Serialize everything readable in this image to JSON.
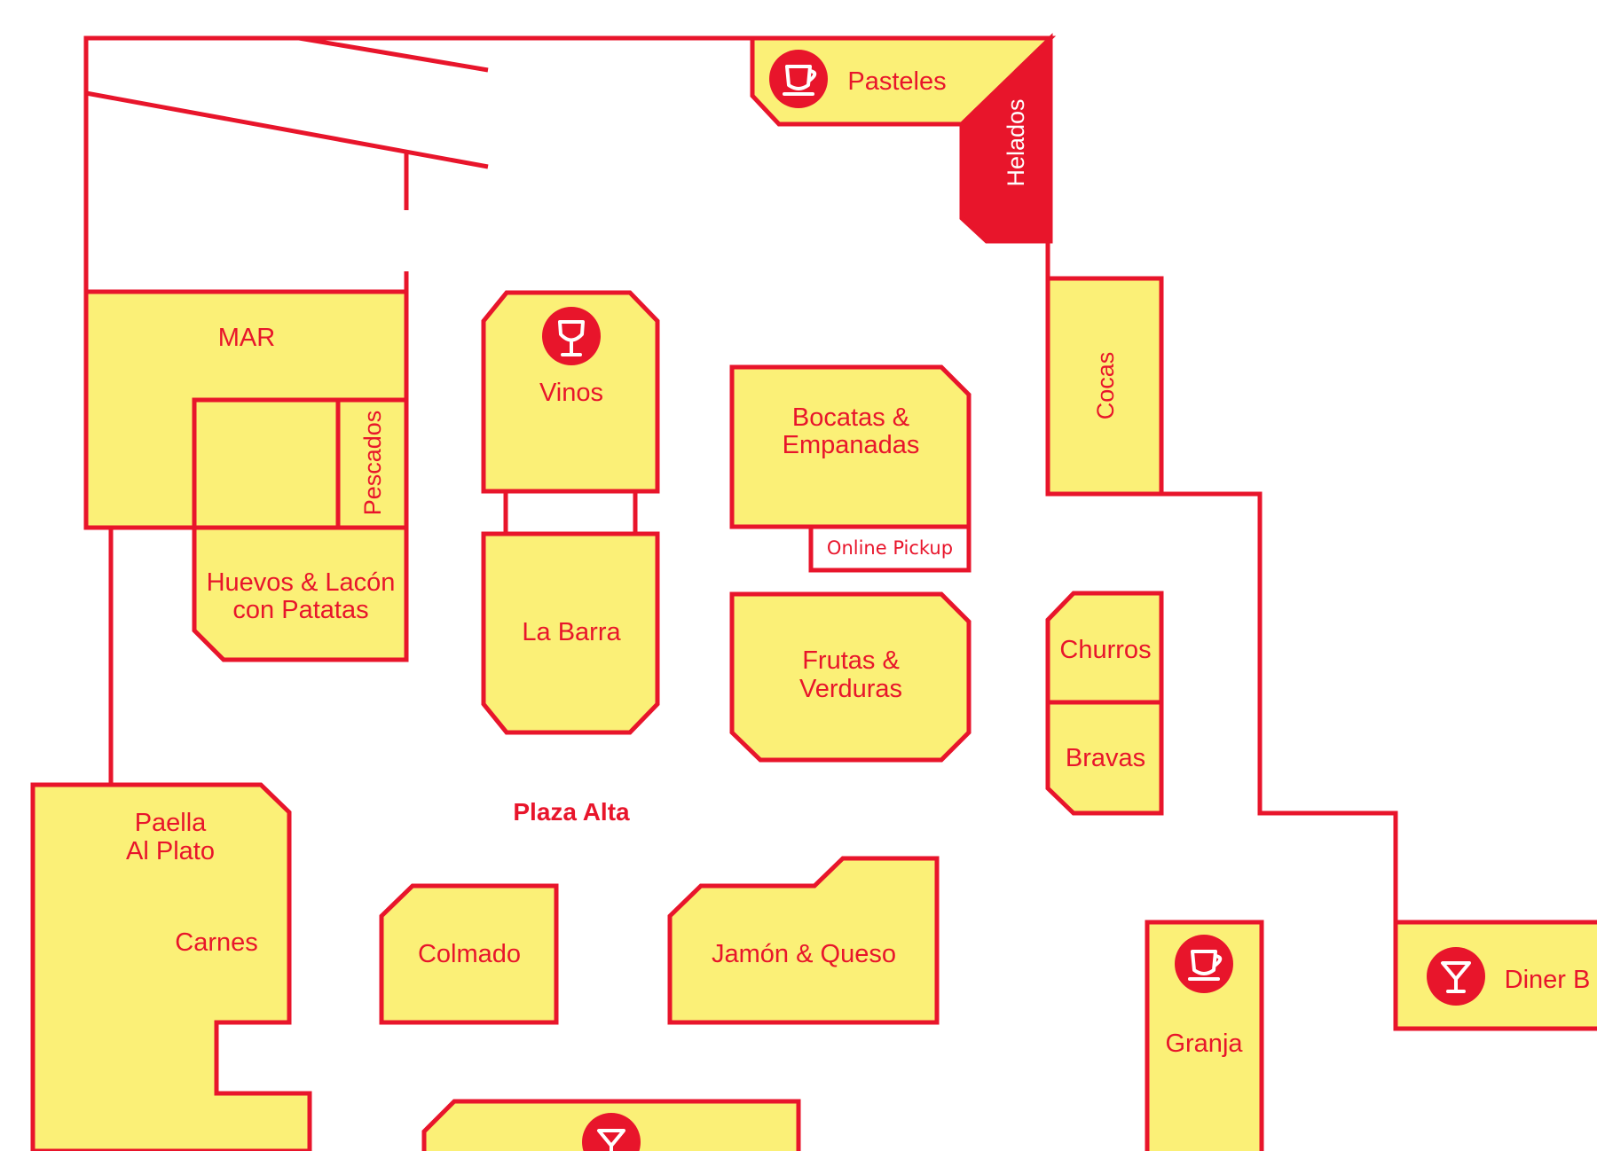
{
  "plaza": {
    "name": "Plaza Alta"
  },
  "colors": {
    "stall_fill": "#fbf077",
    "stroke": "#e8152b",
    "background": "#ffffff"
  },
  "stalls": {
    "pasteles": {
      "label": "Pasteles",
      "icon": "coffee-cup-icon"
    },
    "helados": {
      "label": "Helados"
    },
    "mar": {
      "label": "MAR"
    },
    "pescados": {
      "label": "Pescados"
    },
    "huevos": {
      "line1": "Huevos & Lacón",
      "line2": "con Patatas"
    },
    "vinos": {
      "label": "Vinos",
      "icon": "wine-glass-icon"
    },
    "la_barra": {
      "label": "La Barra"
    },
    "bocatas": {
      "line1": "Bocatas &",
      "line2": "Empanadas"
    },
    "online_pickup": {
      "label": "Online Pickup"
    },
    "frutas": {
      "line1": "Frutas &",
      "line2": "Verduras"
    },
    "cocas": {
      "label": "Cocas"
    },
    "churros": {
      "label": "Churros"
    },
    "bravas": {
      "label": "Bravas"
    },
    "paella": {
      "line1": "Paella",
      "line2": "Al Plato"
    },
    "carnes": {
      "label": "Carnes"
    },
    "colmado": {
      "label": "Colmado"
    },
    "jamon": {
      "label": "Jamón & Queso"
    },
    "granja": {
      "label": "Granja",
      "icon": "coffee-cup-icon"
    },
    "diner_bar": {
      "label": "Diner B",
      "icon": "cocktail-glass-icon"
    },
    "bottom_bar": {
      "icon": "cocktail-glass-icon"
    }
  }
}
